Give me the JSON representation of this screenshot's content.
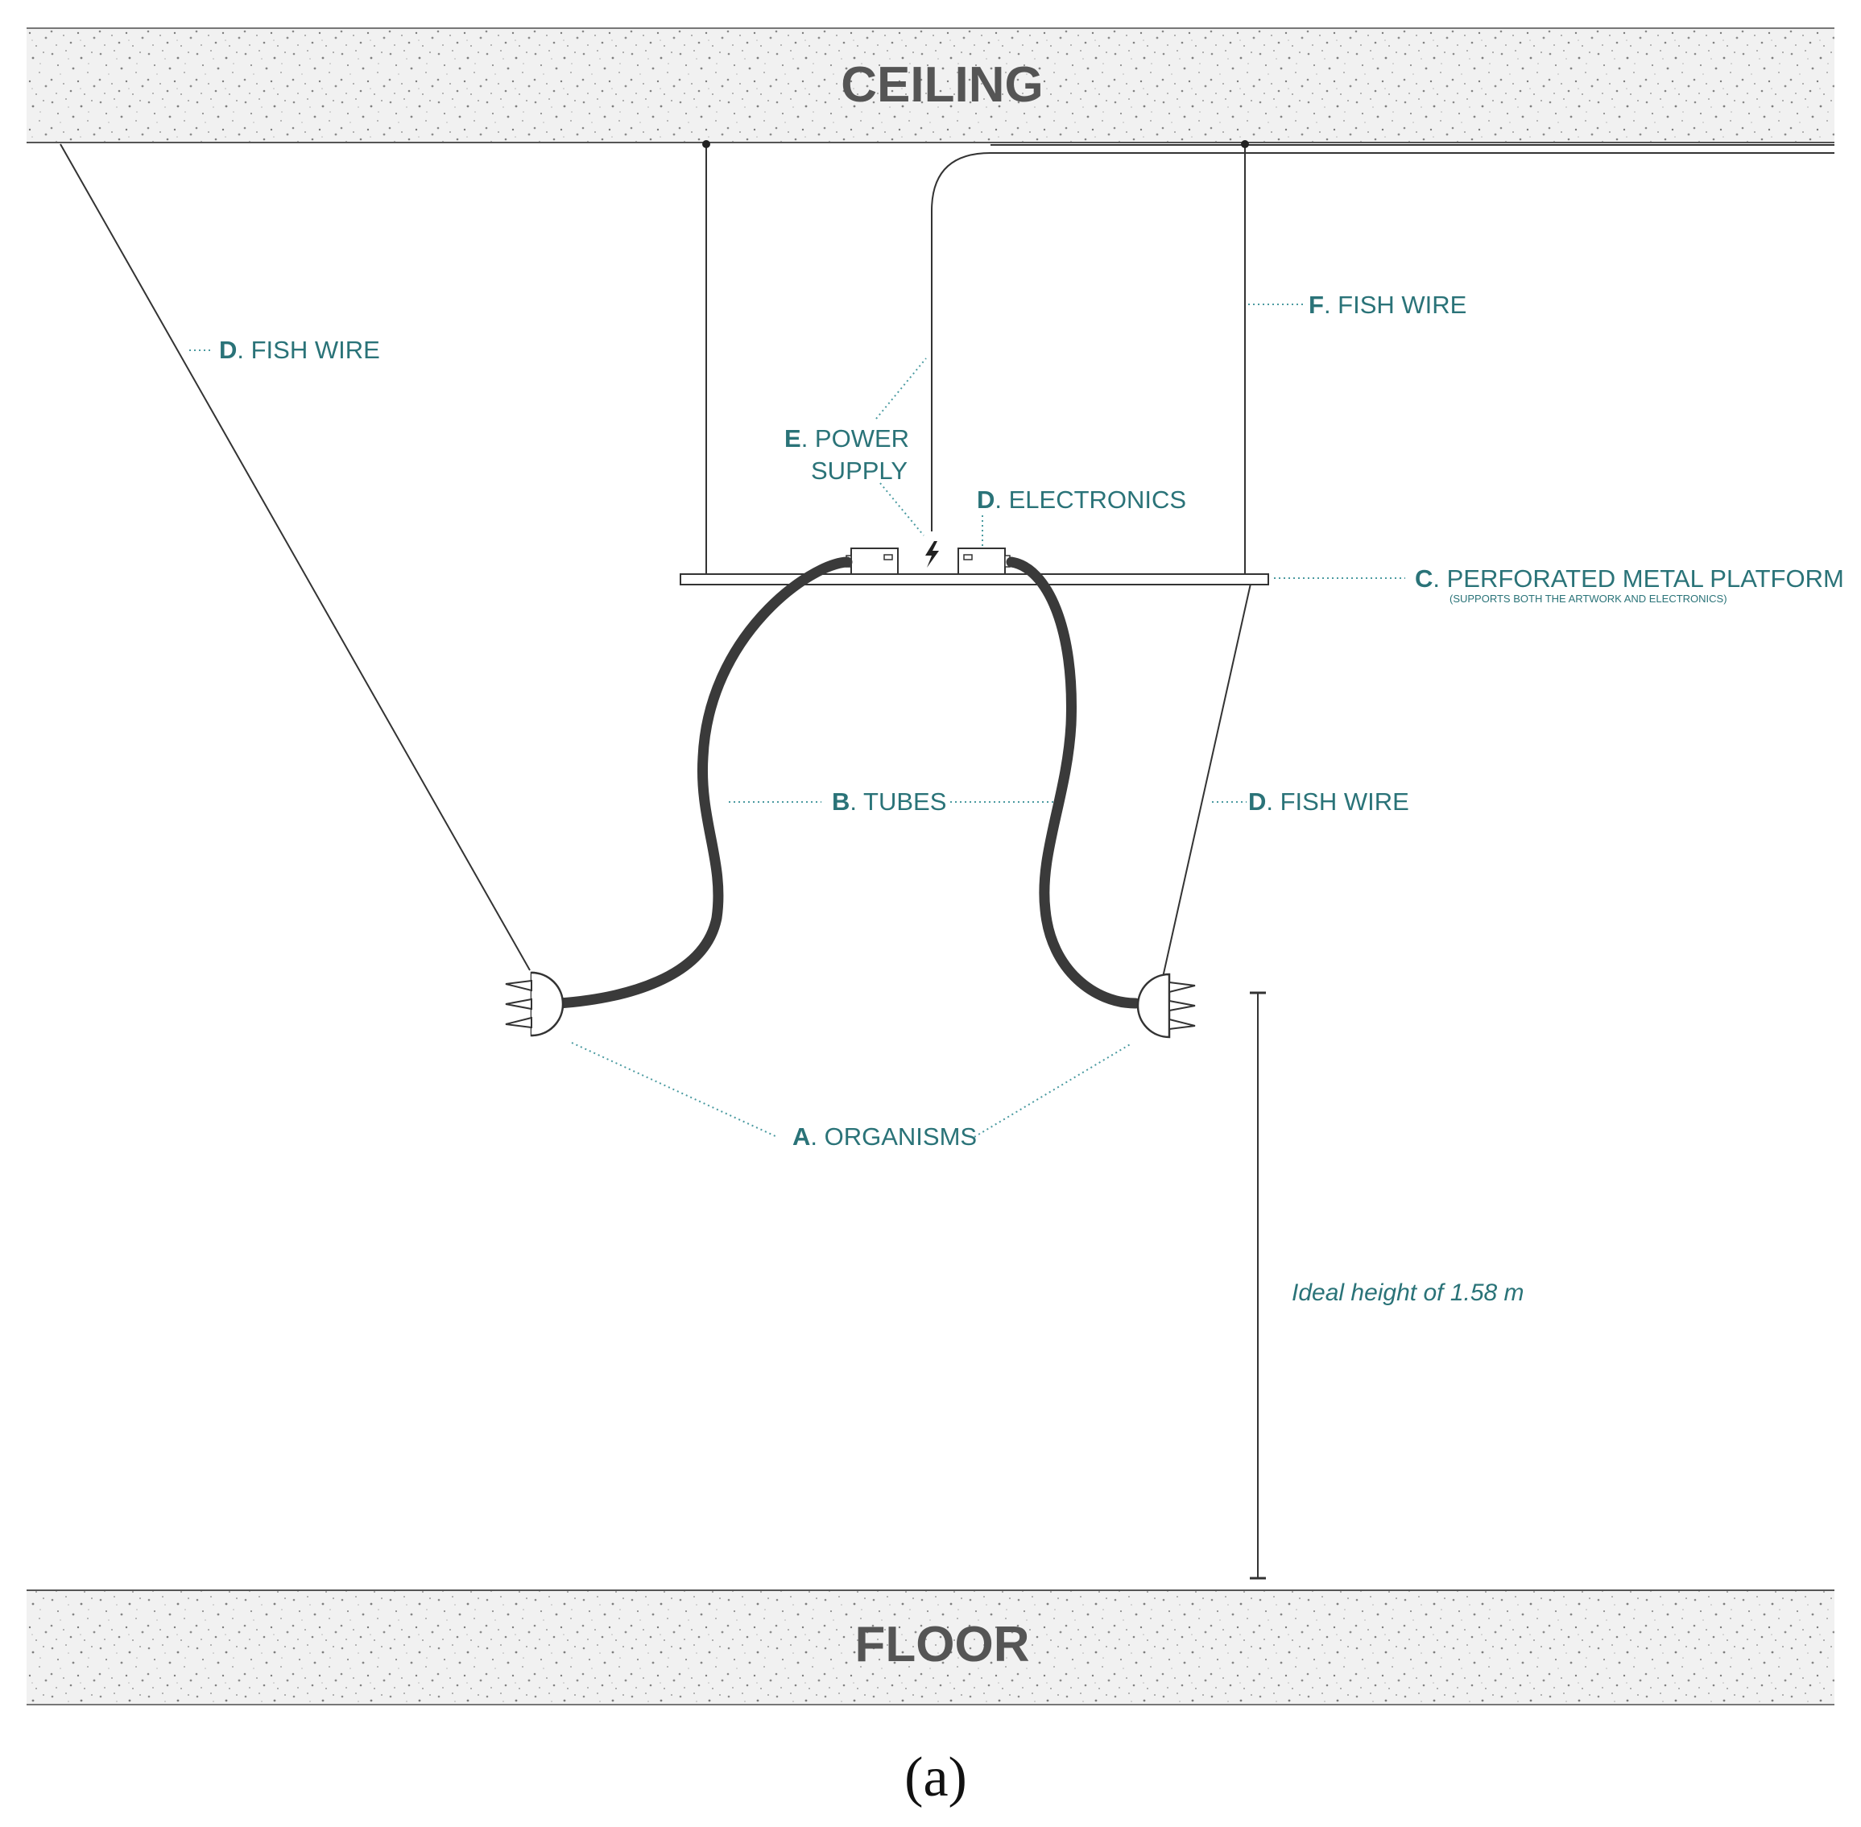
{
  "bands": {
    "ceiling": "CEILING",
    "floor": "FLOOR"
  },
  "labels": {
    "fish_wire_left": {
      "letter": "D",
      "text": ". FISH WIRE"
    },
    "fish_wire_top_right": {
      "letter": "F",
      "text": ". FISH WIRE"
    },
    "power_supply": {
      "letter": "E",
      "line1": ". POWER",
      "line2": "SUPPLY"
    },
    "electronics": {
      "letter": "D",
      "text": ". ELECTRONICS"
    },
    "platform": {
      "letter": "C",
      "text": ". PERFORATED METAL PLATFORM",
      "sub": "(SUPPORTS BOTH THE ARTWORK AND ELECTRONICS)"
    },
    "tubes": {
      "letter": "B",
      "text": ". TUBES"
    },
    "fish_wire_right": {
      "letter": "D",
      "text": ". FISH WIRE"
    },
    "organisms": {
      "letter": "A",
      "text": ". ORGANISMS"
    },
    "height": "Ideal height of 1.58 m"
  },
  "caption": "(a)",
  "colors": {
    "label_teal": "#2a7378",
    "band_text": "#555555",
    "line": "#333333"
  }
}
